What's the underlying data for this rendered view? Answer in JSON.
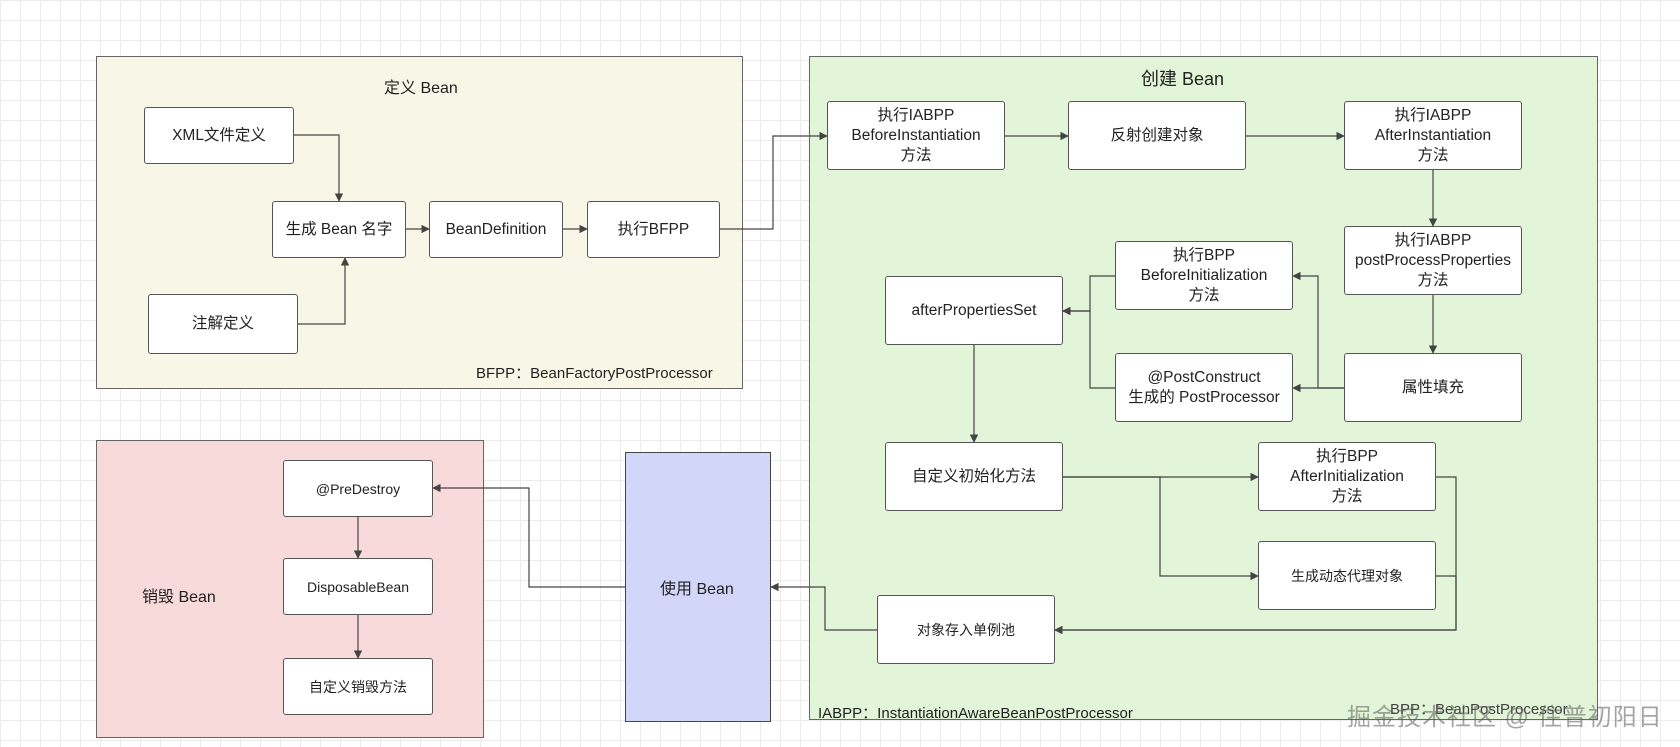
{
  "groups": {
    "define": {
      "title": "定义 Bean",
      "footer": "BFPP：BeanFactoryPostProcessor"
    },
    "create": {
      "title": "创建 Bean",
      "footer": "IABPP：InstantiationAwareBeanPostProcessor",
      "footer_right": "BPP：BeanPostProcessor"
    },
    "destroy": {
      "title": "销毁 Bean"
    },
    "use": {
      "title": "使用 Bean"
    }
  },
  "nodes": {
    "xml_def": "XML文件定义",
    "annotation_def": "注解定义",
    "gen_name": "生成 Bean 名字",
    "bean_definition": "BeanDefinition",
    "exec_bfpp": "执行BFPP",
    "iabpp_before": "执行IABPP\nBeforeInstantiation\n方法",
    "reflect_create": "反射创建对象",
    "iabpp_after": "执行IABPP\nAfterInstantiation\n方法",
    "iabpp_props": "执行IABPP\npostProcessProperties\n方法",
    "bpp_before": "执行BPP\nBeforeInitialization\n方法",
    "post_construct": "@PostConstruct\n生成的 PostProcessor",
    "populate": "属性填充",
    "after_props_set": "afterPropertiesSet",
    "custom_init": "自定义初始化方法",
    "bpp_after": "执行BPP\nAfterInitialization\n方法",
    "gen_proxy": "生成动态代理对象",
    "singleton_pool": "对象存入单例池",
    "pre_destroy": "@PreDestroy",
    "disposable_bean": "DisposableBean",
    "custom_destroy": "自定义销毁方法"
  },
  "watermark": "掘金技术社区 @ 住普初阳日",
  "colors": {
    "define_bg": "#f8f7e7",
    "create_bg": "#e3f5d8",
    "destroy_bg": "#f8dada",
    "use_bg": "#d2d6f8",
    "edge": "#444444"
  }
}
